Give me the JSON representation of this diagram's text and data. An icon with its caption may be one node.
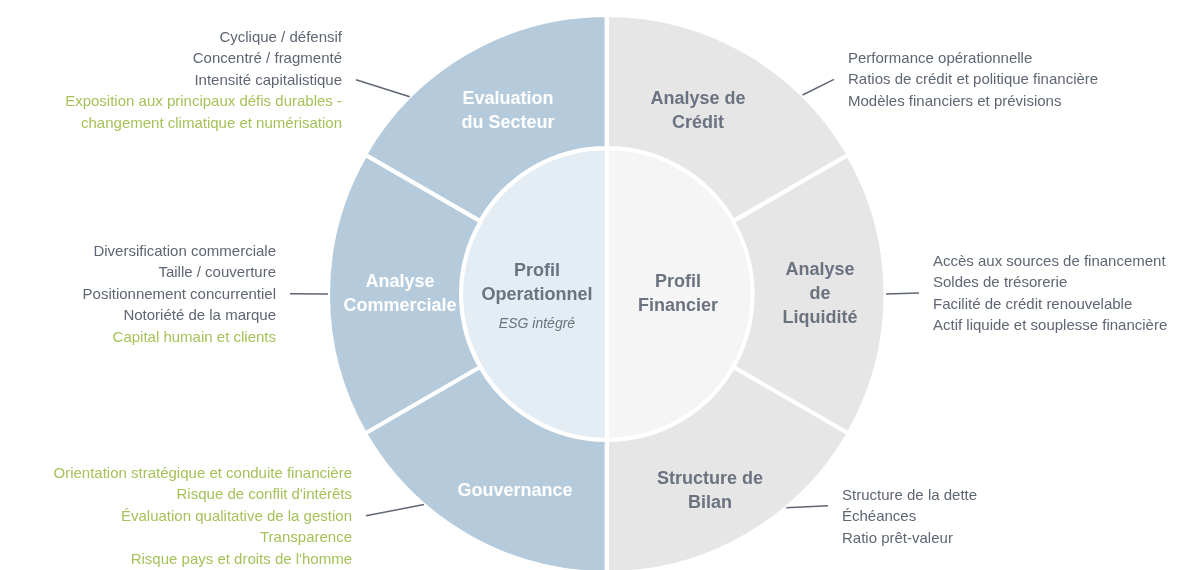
{
  "diagram": {
    "nodes": [
      {
        "text": [
          "Profil Operationnel",
          "ESG intégré"
        ]
      },
      {
        "text": [
          "Profil Financier"
        ]
      },
      {
        "text": [
          "Evaluation du Secteur"
        ]
      },
      {
        "text": [
          "Analyse Commerciale"
        ]
      },
      {
        "text": [
          "Gouvernance"
        ]
      },
      {
        "text": [
          "Analyse de Crédit"
        ]
      },
      {
        "text": [
          "Analyse de Liquidité"
        ]
      },
      {
        "text": [
          "Structure de Bilan"
        ]
      },
      {
        "text": [
          "Cyclique / défensif",
          "Concentré / fragmenté",
          "Intensité capitalistique",
          "Exposition aux principaux défis durables - changement climatique et numérisation"
        ]
      },
      {
        "text": [
          "Diversification commerciale",
          "Taille / couverture",
          "Positionnement concurrentiel",
          "Notoriété de la marque",
          "Capital humain et clients"
        ]
      },
      {
        "text": [
          "Orientation stratégique et conduite financière",
          "Risque de conflit d'intérêts",
          "Évaluation qualitative de la gestion",
          "Transparence",
          "Risque pays et droits de l'homme"
        ]
      },
      {
        "text": [
          "Performance opérationnelle",
          "Ratios de crédit et politique financière",
          "Modèles financiers et prévisions"
        ]
      },
      {
        "text": [
          "Accès aux sources de financement",
          "Soldes de trésorerie",
          "Facilité de crédit renouvelable",
          "Actif liquide et souplesse financière"
        ]
      },
      {
        "text": [
          "Structure de la dette",
          "Échéances",
          "Ratio prêt-valeur"
        ]
      }
    ],
    "edges": [
      {
        "from": 8,
        "to": 2,
        "arrow": "none"
      },
      {
        "from": 9,
        "to": 3,
        "arrow": "none"
      },
      {
        "from": 10,
        "to": 4,
        "arrow": "none"
      },
      {
        "from": 11,
        "to": 5,
        "arrow": "none"
      },
      {
        "from": 12,
        "to": 6,
        "arrow": "none"
      },
      {
        "from": 13,
        "to": 7,
        "arrow": "none"
      }
    ]
  }
}
